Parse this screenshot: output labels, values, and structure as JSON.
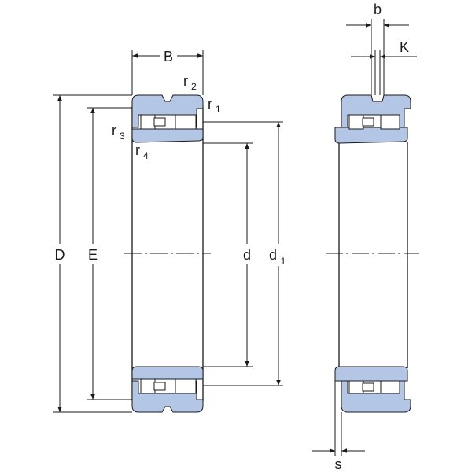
{
  "labels": {
    "D": "D",
    "E": "E",
    "d": "d",
    "d1": "d",
    "d1_sub": "1",
    "B": "B",
    "b": "b",
    "K": "K",
    "s": "s",
    "r1": "r",
    "r1_sub": "1",
    "r2": "r",
    "r2_sub": "2",
    "r3": "r",
    "r3_sub": "3",
    "r4": "r",
    "r4_sub": "4"
  },
  "colors": {
    "ring_fill": "#b4c6e6",
    "line": "#1a1a1a",
    "background": "#ffffff"
  }
}
